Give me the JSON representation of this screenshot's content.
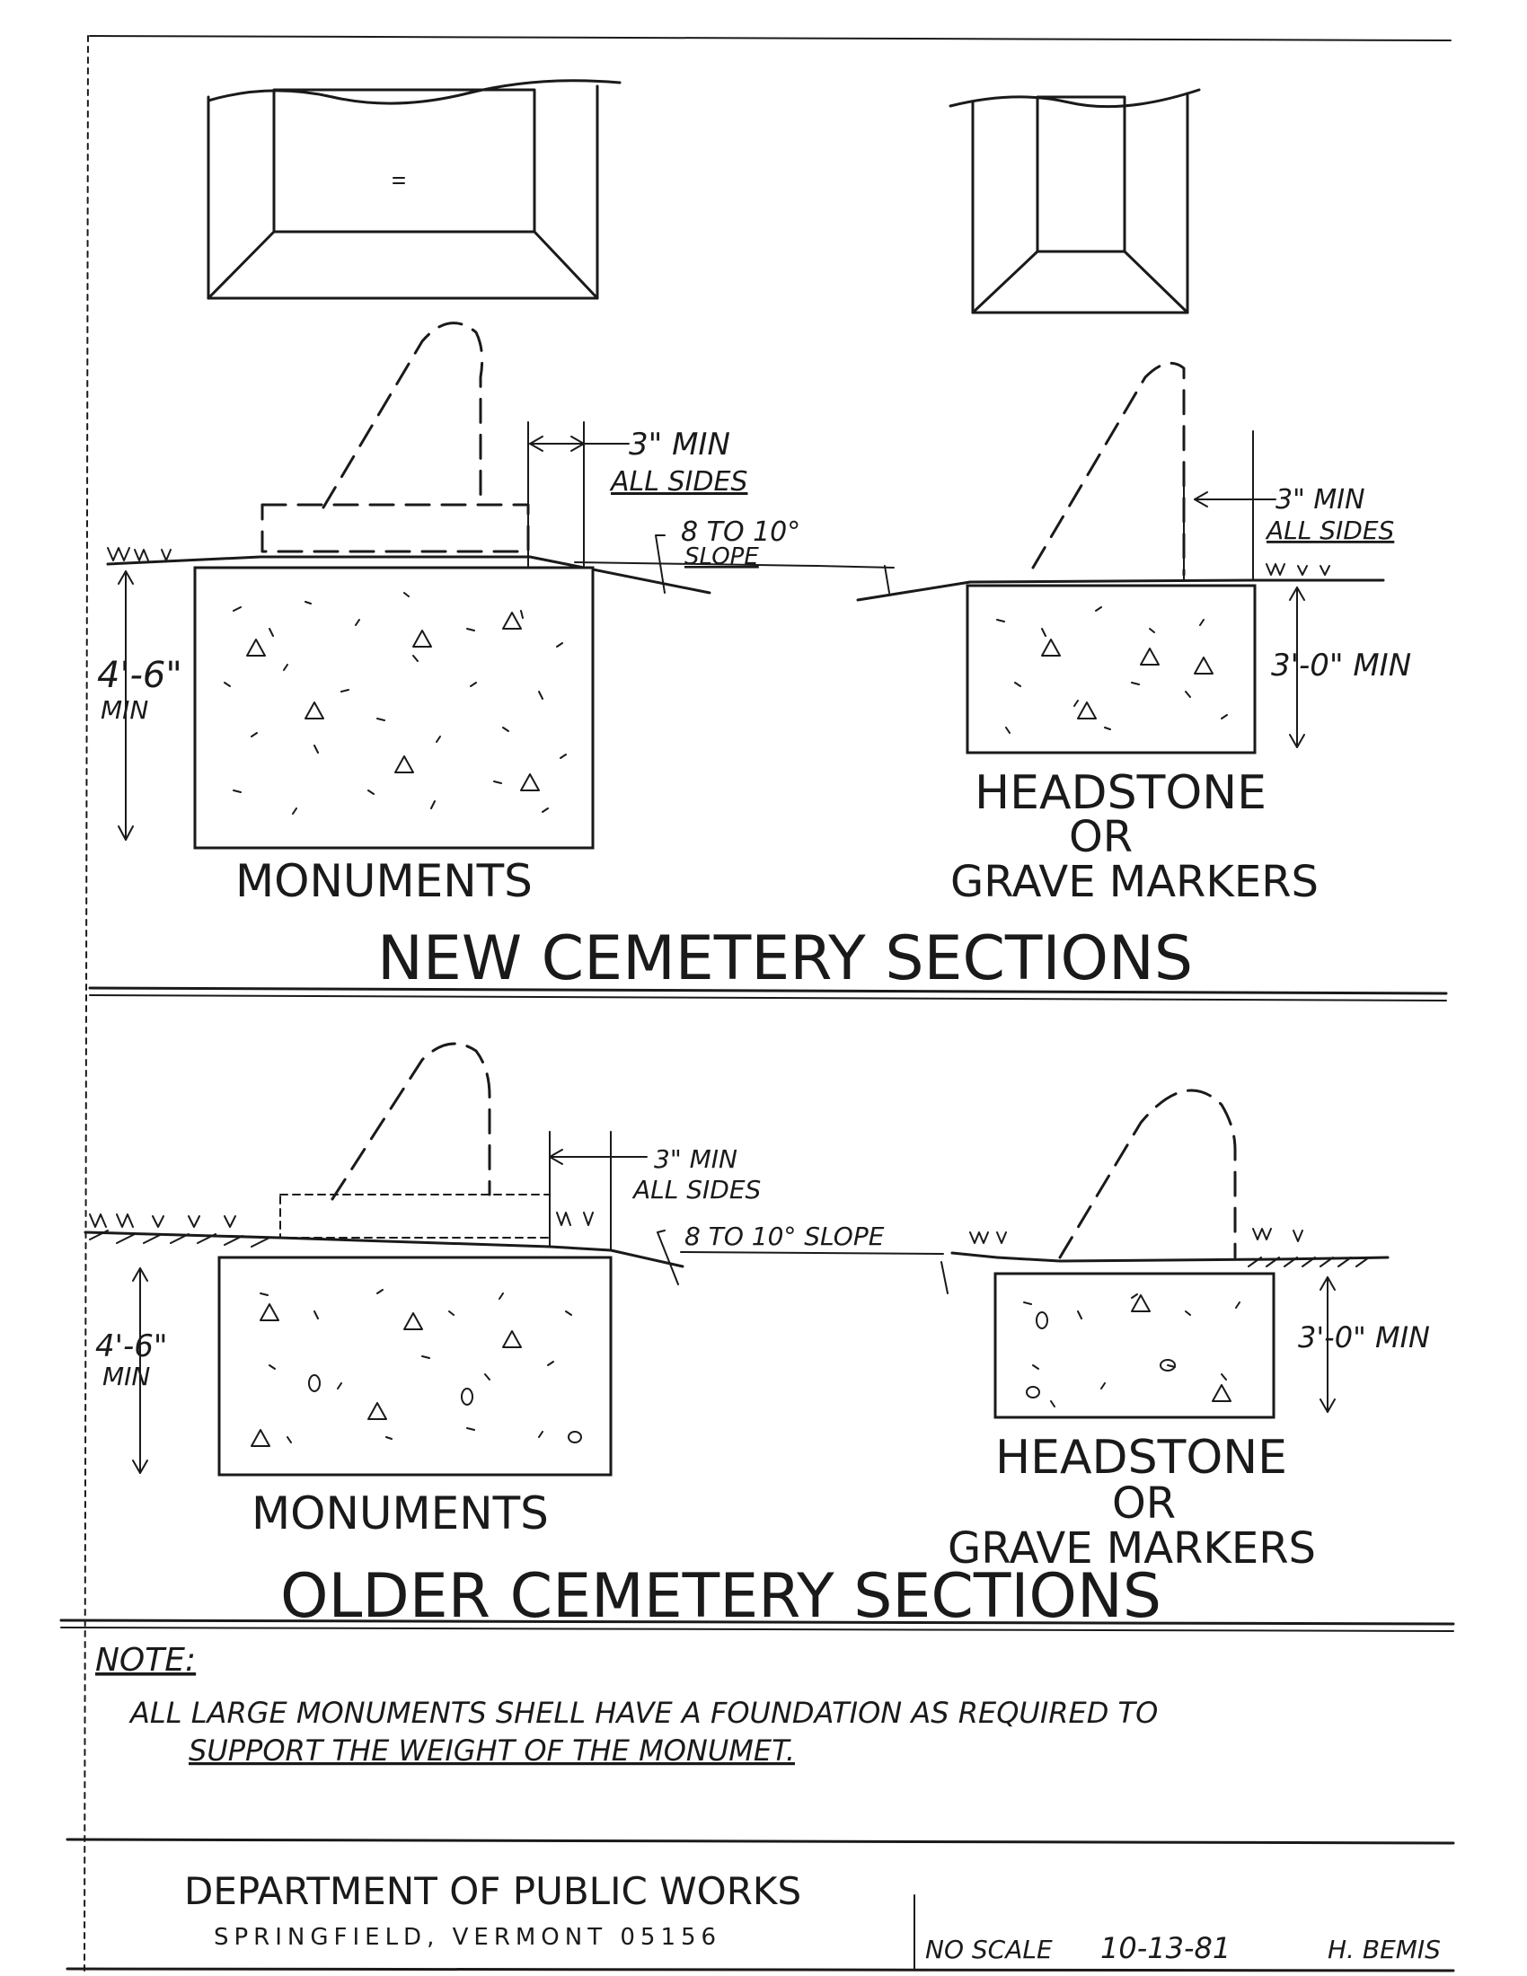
{
  "new_section": {
    "title": "NEW CEMETERY SECTIONS",
    "monument": {
      "label": "MONUMENTS",
      "depth": "4'-6\"",
      "depth_min": "MIN",
      "clearance": "3\" MIN",
      "clearance_sides": "ALL SIDES",
      "slope": "8 TO 10°",
      "slope_word": "SLOPE"
    },
    "marker": {
      "label_line1": "HEADSTONE",
      "label_line2": "OR",
      "label_line3": "GRAVE MARKERS",
      "depth": "3'-0\" MIN",
      "clearance": "3\" MIN",
      "clearance_sides": "ALL SIDES"
    }
  },
  "older_section": {
    "title": "OLDER CEMETERY SECTIONS",
    "monument": {
      "label": "MONUMENTS",
      "depth": "4'-6\"",
      "depth_min": "MIN",
      "clearance": "3\" MIN",
      "clearance_sides": "ALL SIDES",
      "slope": "8 TO 10° SLOPE"
    },
    "marker": {
      "label_line1": "HEADSTONE",
      "label_line2": "OR",
      "label_line3": "GRAVE MARKERS",
      "depth": "3'-0\" MIN"
    }
  },
  "note": {
    "heading": "NOTE:",
    "line1": "ALL LARGE MONUMENTS SHELL HAVE A FOUNDATION AS REQUIRED TO",
    "line2": "SUPPORT THE WEIGHT OF THE MONUMET."
  },
  "title_block": {
    "department": "DEPARTMENT OF PUBLIC WORKS",
    "address": "SPRINGFIELD, VERMONT 05156",
    "scale": "NO SCALE",
    "date": "10-13-81",
    "drafter": "H. BEMIS"
  }
}
